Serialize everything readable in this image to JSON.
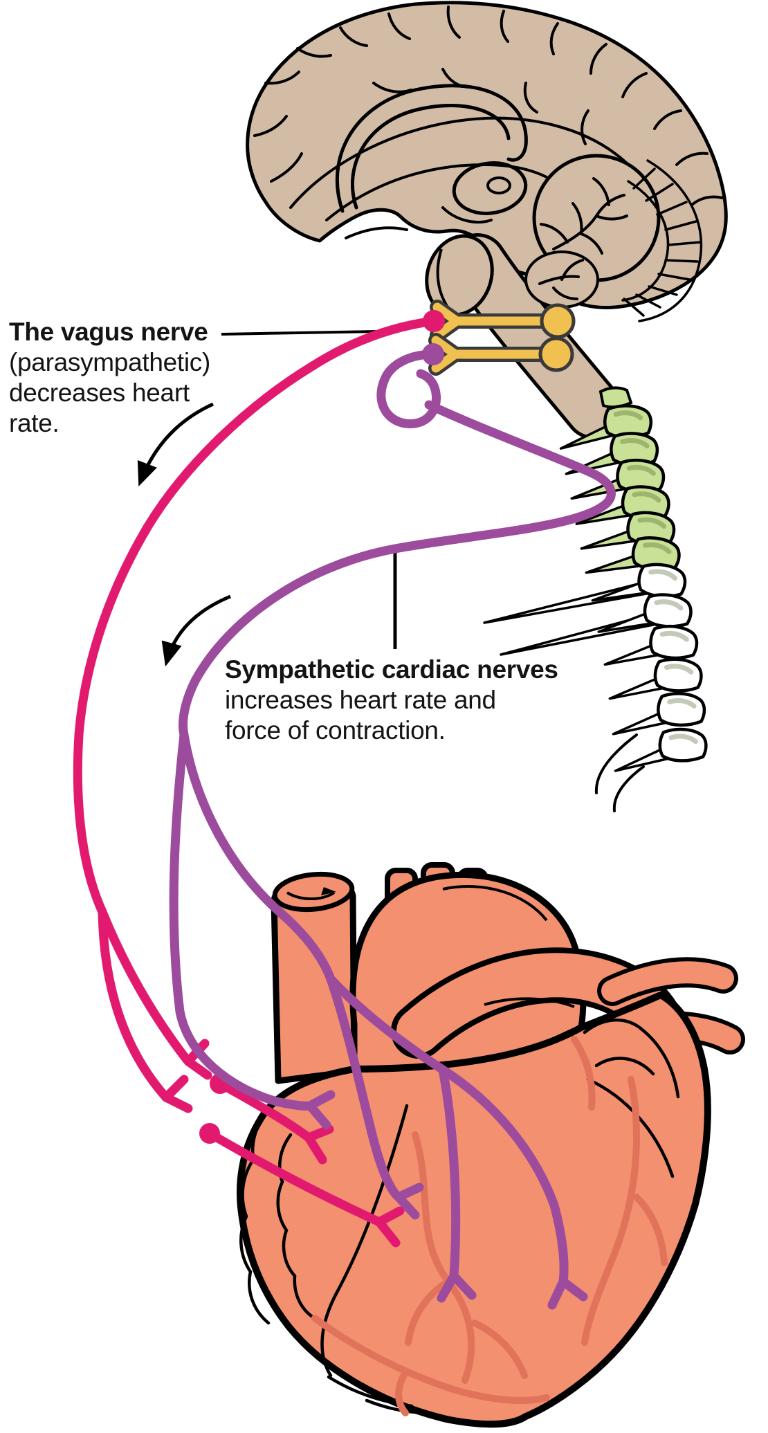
{
  "diagram": {
    "illustrations": [
      "brain-sagittal-section",
      "spinal-column",
      "heart-anterior-view",
      "preganglionic-neuron-symbols"
    ],
    "labels": {
      "vagus": {
        "title": "The vagus nerve",
        "line2": "(parasympathetic)",
        "line3": "decreases heart",
        "line4": "rate."
      },
      "sympathetic": {
        "title": "Sympathetic cardiac nerves",
        "line2": "increases heart rate and",
        "line3": "force of contraction."
      }
    },
    "colors": {
      "vagus_nerve_pink": "#E21A6F",
      "sympathetic_nerve_purple": "#9C4B9D",
      "neuron_yellow": "#F0C150",
      "brain_tan": "#D3BCA6",
      "vertebrae_green": "#C9E197",
      "vertebrae_green_shade": "#9FBE69",
      "heart_salmon": "#F39070",
      "coronary_vessel": "#E0735A",
      "line_black": "#000000"
    }
  }
}
